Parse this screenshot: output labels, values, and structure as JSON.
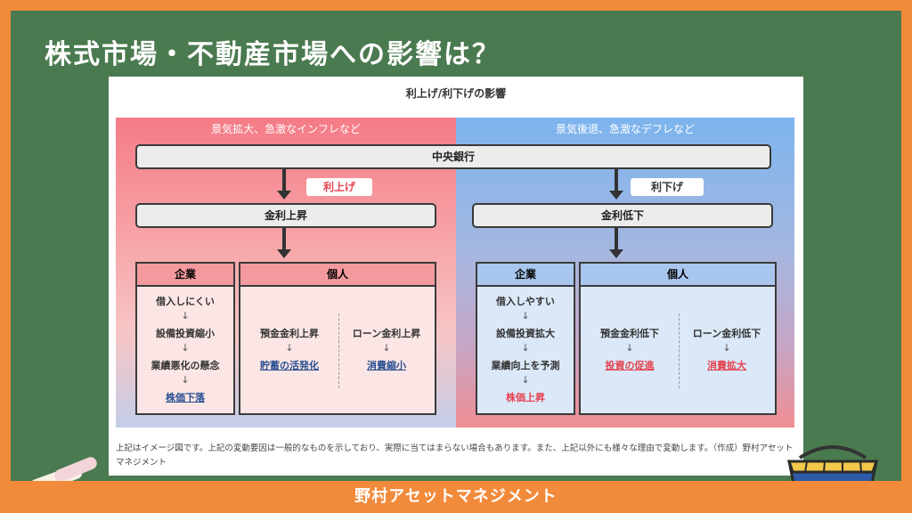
{
  "board_title": "株式市場・不動産市場への影響は？",
  "panel_title": "利上げ/利下げの影響",
  "left": {
    "header": "景気拡大、急激なインフレなど",
    "tag": "利上げ",
    "rate_box": "金利上昇",
    "company": {
      "title": "企業",
      "lines": [
        "借入しにくい",
        "↓",
        "設備投資縮小",
        "↓",
        "業績悪化の懸念",
        "↓"
      ],
      "result": "株価下落"
    },
    "individual": {
      "title": "個人",
      "col1": {
        "line": "預金金利上昇",
        "arrow": "↓",
        "result": "貯蓄の活発化"
      },
      "col2": {
        "line": "ローン金利上昇",
        "arrow": "↓",
        "result": "消費縮小"
      }
    }
  },
  "right": {
    "header": "景気後退、急激なデフレなど",
    "tag": "利下げ",
    "rate_box": "金利低下",
    "company": {
      "title": "企業",
      "lines": [
        "借入しやすい",
        "↓",
        "設備投資拡大",
        "↓",
        "業績向上を予測",
        "↓"
      ],
      "result": "株価上昇"
    },
    "individual": {
      "title": "個人",
      "col1": {
        "line": "預金金利低下",
        "arrow": "↓",
        "result": "投資の促進"
      },
      "col2": {
        "line": "ローン金利低下",
        "arrow": "↓",
        "result": "消費拡大"
      }
    }
  },
  "central_bank": "中央銀行",
  "note": "上記はイメージ図です。上記の変動要因は一般的なものを示しており、実際に当てはまらない場合もあります。また、上記以外にも様々な理由で変動します。（作成）野村アセットマネジメント",
  "footer": "野村アセットマネジメント",
  "colors": {
    "orange": "#f28a3c",
    "board": "#4a7a4f",
    "red": "#e4414e",
    "blue": "#2a4f92"
  }
}
